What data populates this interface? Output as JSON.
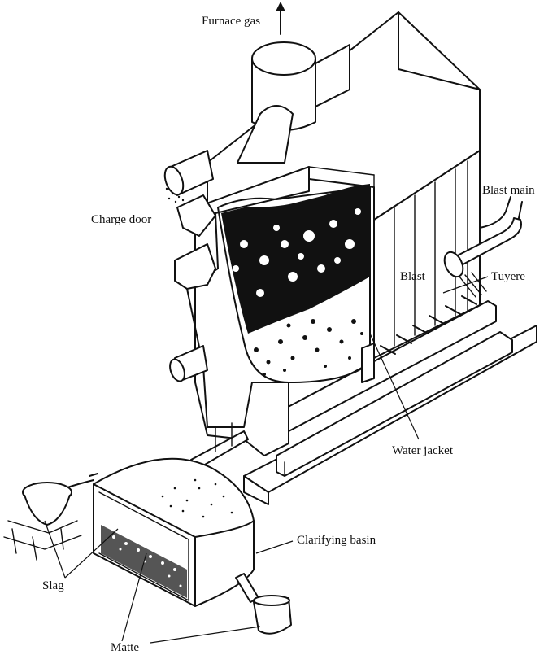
{
  "labels": {
    "furnace_gas": "Furnace gas",
    "charge_door": "Charge door",
    "blast_main": "Blast main",
    "blast": "Blast",
    "tuyere": "Tuyere",
    "water_jacket": "Water jacket",
    "clarifying_basin": "Clarifying basin",
    "slag": "Slag",
    "matte": "Matte"
  },
  "colors": {
    "ink": "#111111",
    "paper": "#ffffff"
  }
}
